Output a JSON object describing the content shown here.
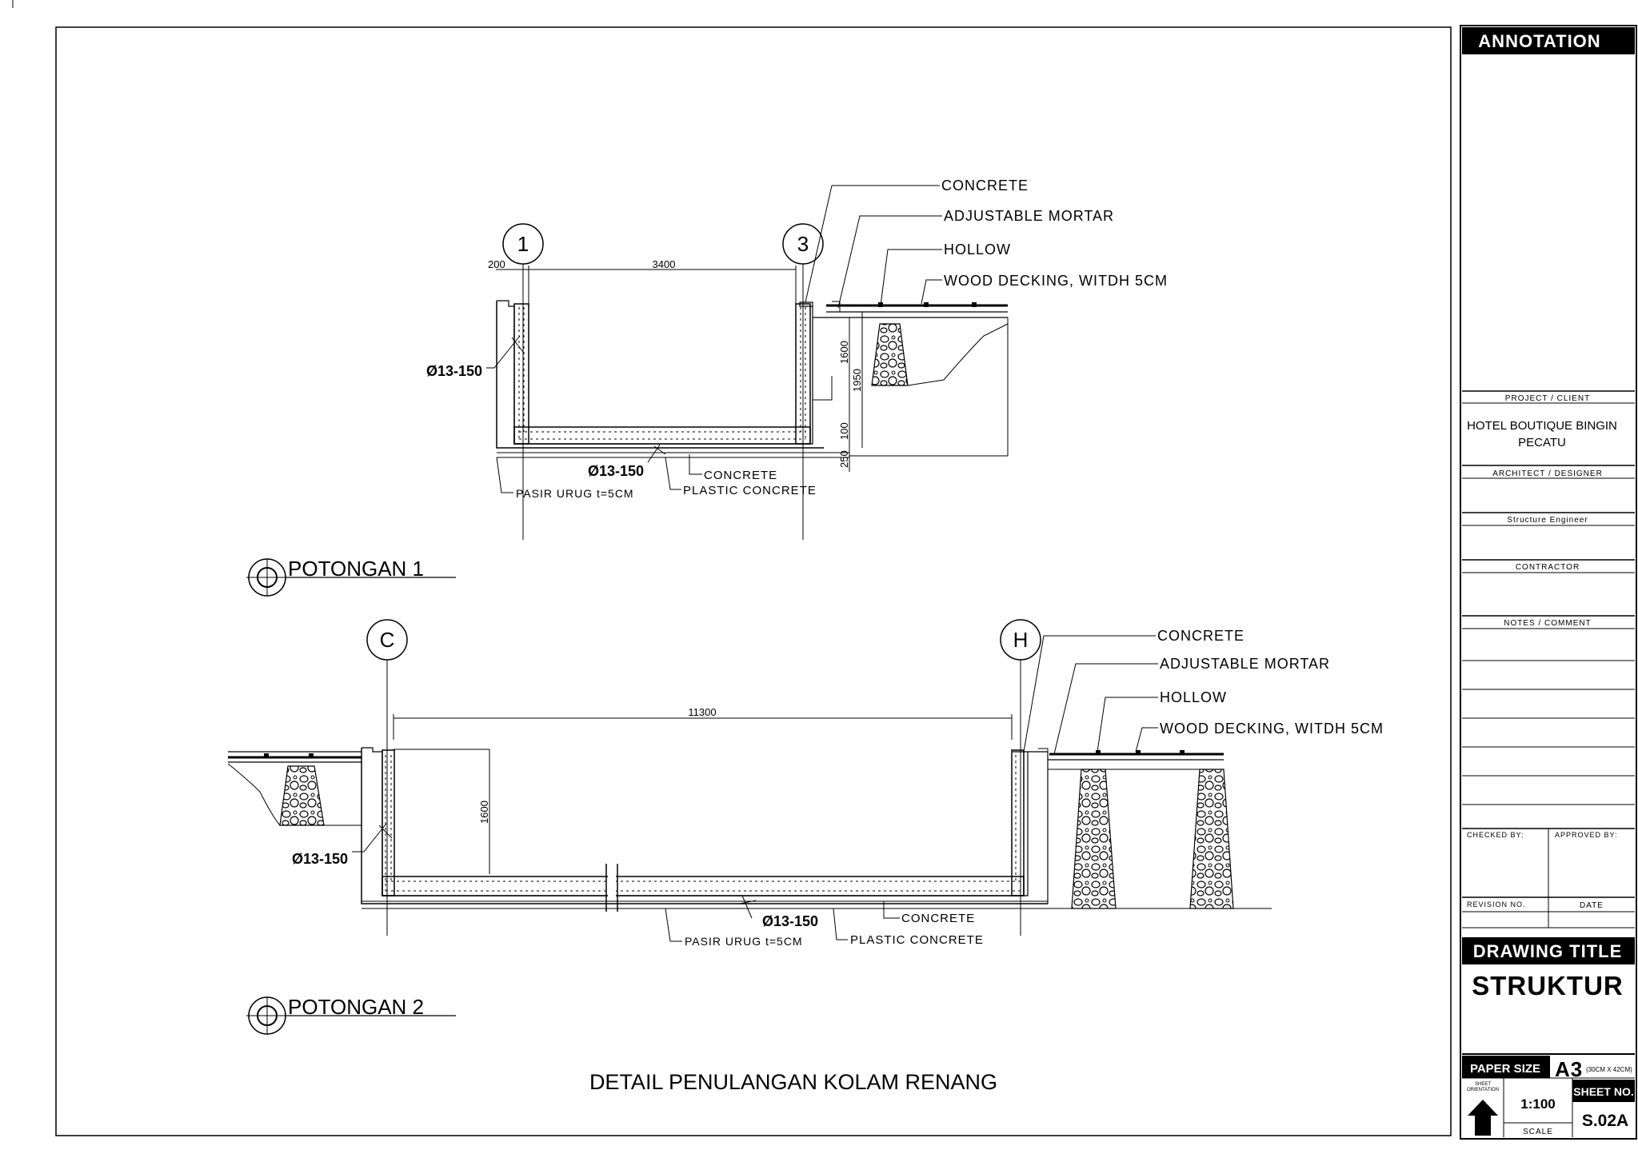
{
  "drawing": {
    "title": "DETAIL PENULANGAN KOLAM RENANG",
    "section1": {
      "name": "POTONGAN 1",
      "axes": [
        "1",
        "3"
      ],
      "dims": {
        "wall": "200",
        "width": "3400",
        "depth_a": "1600",
        "depth_b": "1950",
        "base_a": "100",
        "base_b": "250"
      },
      "labels": [
        "CONCRETE",
        "ADJUSTABLE  MORTAR",
        "HOLLOW",
        "WOOD  DECKING,  WITDH  5CM"
      ],
      "rebar_wall": "Ø13-150",
      "rebar_floor": "Ø13-150",
      "bottom_labels": [
        "CONCRETE",
        "PLASTIC  CONCRETE",
        "PASIR  URUG  t=5CM"
      ]
    },
    "section2": {
      "name": "POTONGAN 2",
      "axes": [
        "C",
        "H"
      ],
      "dims": {
        "width": "11300",
        "depth": "1600"
      },
      "labels": [
        "CONCRETE",
        "ADJUSTABLE  MORTAR",
        "HOLLOW",
        "WOOD  DECKING,  WITDH  5CM"
      ],
      "rebar_wall": "Ø13-150",
      "rebar_floor": "Ø13-150",
      "bottom_labels": [
        "CONCRETE",
        "PLASTIC  CONCRETE",
        "PASIR  URUG  t=5CM"
      ]
    }
  },
  "title_block": {
    "annotation": "ANNOTATION",
    "project_label": "PROJECT / CLIENT",
    "project_line1": "HOTEL BOUTIQUE BINGIN",
    "project_line2": "PECATU",
    "architect_label": "ARCHITECT / DESIGNER",
    "structure_label": "Structure Engineer",
    "contractor_label": "CONTRACTOR",
    "notes_label": "NOTES / COMMENT",
    "checked_label": "CHECKED BY:",
    "approved_label": "APPROVED BY:",
    "revision_label": "REVISION NO.",
    "date_label": "DATE",
    "drawing_title_label": "DRAWING TITLE",
    "drawing_title": "STRUKTUR",
    "paper_size_label": "PAPER SIZE",
    "paper_size": "A3",
    "paper_dims": "(30CM X 42CM)",
    "sheet_orientation_line1": "SHEET",
    "sheet_orientation_line2": "ORIENTATION",
    "sheet_no_label": "SHEET NO.",
    "scale": "1:100",
    "scale_label": "SCALE",
    "sheet_no": "S.02A"
  }
}
